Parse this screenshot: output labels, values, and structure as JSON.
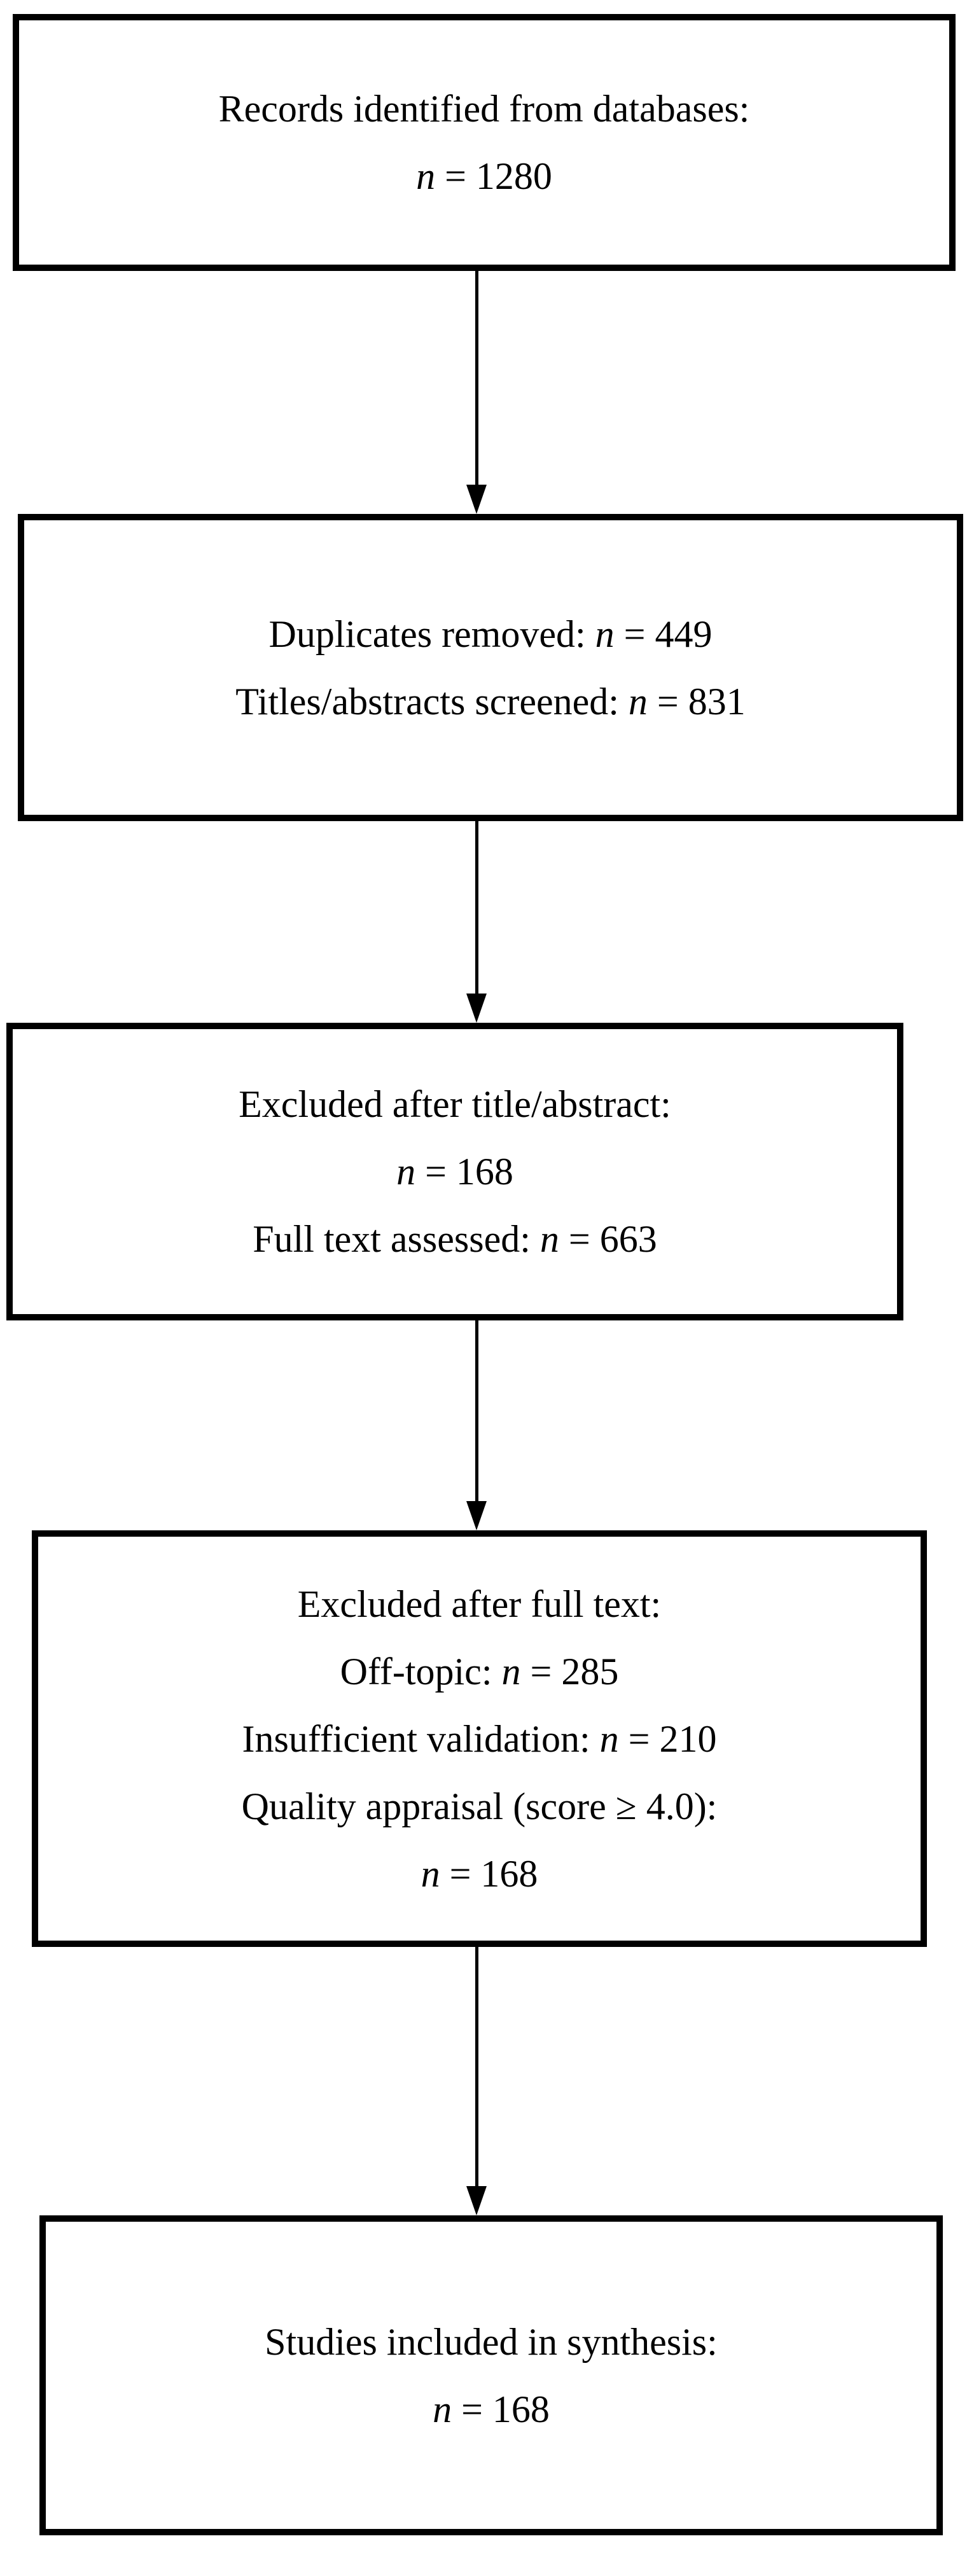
{
  "diagram": {
    "type": "prisma-flow-diagram",
    "orientation": "vertical",
    "colors": {
      "background": "#ffffff",
      "border": "#000000",
      "text": "#000000",
      "connector": "#000000"
    },
    "nodes": [
      {
        "id": "records-identified",
        "lines": [
          {
            "text": "Records identified from databases:",
            "italic_var": null,
            "value": null
          },
          {
            "prefix": "",
            "italic_var": "n",
            "op": " = ",
            "value": "1280"
          }
        ]
      },
      {
        "id": "screening",
        "lines": [
          {
            "prefix": "Duplicates removed: ",
            "italic_var": "n",
            "op": " = ",
            "value": "449"
          },
          {
            "prefix": "Titles/abstracts screened: ",
            "italic_var": "n",
            "op": " = ",
            "value": "831"
          }
        ]
      },
      {
        "id": "excluded-title-abstract",
        "lines": [
          {
            "text": "Excluded after title/abstract:",
            "italic_var": null,
            "value": null
          },
          {
            "prefix": "",
            "italic_var": "n",
            "op": " = ",
            "value": "168"
          },
          {
            "prefix": "Full text assessed: ",
            "italic_var": "n",
            "op": " = ",
            "value": "663"
          }
        ]
      },
      {
        "id": "excluded-full-text",
        "lines": [
          {
            "text": "Excluded after full text:",
            "italic_var": null,
            "value": null
          },
          {
            "prefix": "Off-topic: ",
            "italic_var": "n",
            "op": " = ",
            "value": "285"
          },
          {
            "prefix": "Insufficient validation: ",
            "italic_var": "n",
            "op": " = ",
            "value": "210"
          },
          {
            "text": "Quality appraisal (score ≥ 4.0):",
            "italic_var": null,
            "value": null
          },
          {
            "prefix": "",
            "italic_var": "n",
            "op": " = ",
            "value": "168"
          }
        ]
      },
      {
        "id": "studies-included",
        "lines": [
          {
            "text": "Studies included in synthesis:",
            "italic_var": null,
            "value": null
          },
          {
            "prefix": "",
            "italic_var": "n",
            "op": " = ",
            "value": "168"
          }
        ]
      }
    ],
    "connectors": [
      {
        "from": "records-identified",
        "to": "screening",
        "style": "solid-arrow-down"
      },
      {
        "from": "screening",
        "to": "excluded-title-abstract",
        "style": "solid-arrow-down"
      },
      {
        "from": "excluded-title-abstract",
        "to": "excluded-full-text",
        "style": "solid-arrow-down"
      },
      {
        "from": "excluded-full-text",
        "to": "studies-included",
        "style": "solid-arrow-down"
      }
    ]
  },
  "box1": {
    "line1": "Records identified from databases:",
    "line2_var": "n",
    "line2_op": " = ",
    "line2_value": "1280"
  },
  "box2": {
    "line1_prefix": "Duplicates removed: ",
    "line1_var": "n",
    "line1_op": " = ",
    "line1_value": "449",
    "line2_prefix": "Titles/abstracts screened: ",
    "line2_var": "n",
    "line2_op": " = ",
    "line2_value": "831"
  },
  "box3": {
    "line1": "Excluded after title/abstract:",
    "line2_var": "n",
    "line2_op": " = ",
    "line2_value": "168",
    "line3_prefix": "Full text assessed: ",
    "line3_var": "n",
    "line3_op": " = ",
    "line3_value": "663"
  },
  "box4": {
    "line1": "Excluded after full text:",
    "line2_prefix": "Off-topic: ",
    "line2_var": "n",
    "line2_op": " = ",
    "line2_value": "285",
    "line3_prefix": "Insufficient validation: ",
    "line3_var": "n",
    "line3_op": " = ",
    "line3_value": "210",
    "line4": "Quality appraisal (score ≥ 4.0):",
    "line5_var": "n",
    "line5_op": " = ",
    "line5_value": "168"
  },
  "box5": {
    "line1": "Studies included in synthesis:",
    "line2_var": "n",
    "line2_op": " = ",
    "line2_value": "168"
  }
}
